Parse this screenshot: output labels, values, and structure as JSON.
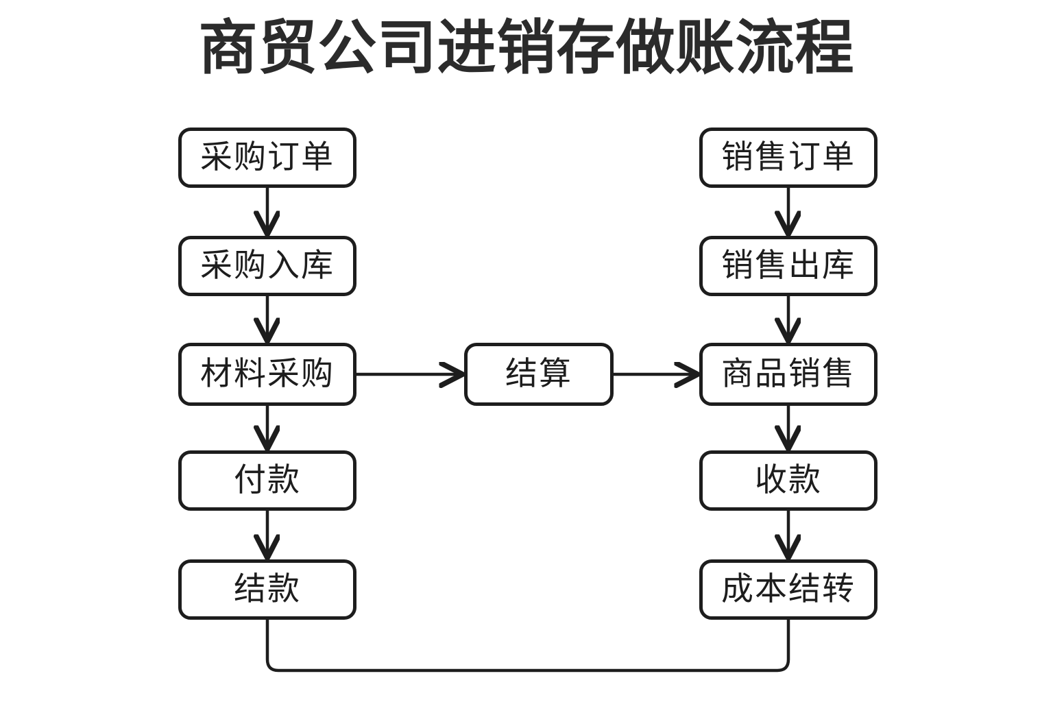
{
  "diagram": {
    "title": "商贸公司进销存做账流程",
    "type": "flowchart",
    "stroke_color": "#1d1d1d",
    "title_color": "#2b2b2b",
    "background_color": "#ffffff"
  },
  "nodes": {
    "left": [
      {
        "id": "purchase-order",
        "label": "采购订单"
      },
      {
        "id": "purchase-inbound",
        "label": "采购入库"
      },
      {
        "id": "material-purchase",
        "label": "材料采购"
      },
      {
        "id": "payment",
        "label": "付款"
      },
      {
        "id": "settle-payment",
        "label": "结款"
      }
    ],
    "middle": [
      {
        "id": "settlement",
        "label": "结算"
      }
    ],
    "right": [
      {
        "id": "sales-order",
        "label": "销售订单"
      },
      {
        "id": "sales-outbound",
        "label": "销售出库"
      },
      {
        "id": "goods-sales",
        "label": "商品销售"
      },
      {
        "id": "receipt",
        "label": "收款"
      },
      {
        "id": "cost-carryover",
        "label": "成本结转"
      }
    ]
  },
  "edges": [
    {
      "from": "采购订单",
      "to": "采购入库",
      "direction": "down",
      "arrow": true
    },
    {
      "from": "采购入库",
      "to": "材料采购",
      "direction": "down",
      "arrow": true
    },
    {
      "from": "材料采购",
      "to": "付款",
      "direction": "down",
      "arrow": true
    },
    {
      "from": "付款",
      "to": "结款",
      "direction": "down",
      "arrow": true
    },
    {
      "from": "材料采购",
      "to": "结算",
      "direction": "right",
      "arrow": true
    },
    {
      "from": "结算",
      "to": "商品销售",
      "direction": "right",
      "arrow": true
    },
    {
      "from": "销售订单",
      "to": "销售出库",
      "direction": "down",
      "arrow": true
    },
    {
      "from": "销售出库",
      "to": "商品销售",
      "direction": "down",
      "arrow": true
    },
    {
      "from": "商品销售",
      "to": "收款",
      "direction": "down",
      "arrow": true
    },
    {
      "from": "收款",
      "to": "成本结转",
      "direction": "down",
      "arrow": true
    },
    {
      "from": "结款",
      "to": "成本结转",
      "direction": "bottom-loop",
      "arrow": false
    }
  ]
}
